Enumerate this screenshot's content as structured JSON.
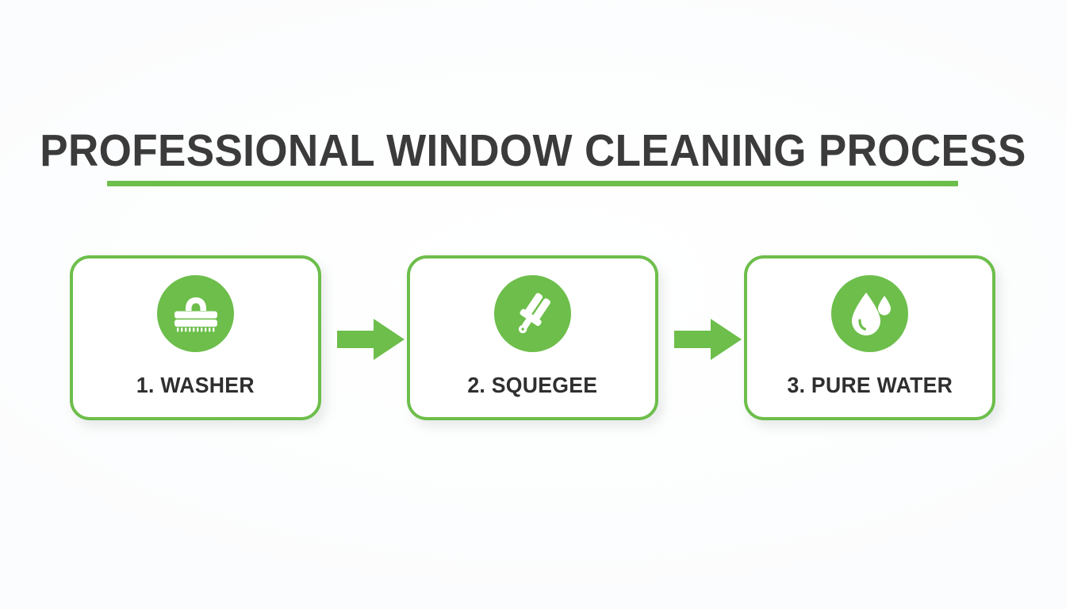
{
  "header": {
    "title": "PROFESSIONAL WINDOW CLEANING PROCESS"
  },
  "theme": {
    "accent_green": "#6DBE4B",
    "title_color": "#3B3B3B",
    "label_color": "#2F2F2F",
    "card_background": "#FFFFFF",
    "page_background": "#FDFEFE"
  },
  "process": {
    "steps": [
      {
        "number": "1.",
        "label": "1. WASHER",
        "icon": "scrub-brush-icon"
      },
      {
        "number": "2.",
        "label": "2. SQUEGEE",
        "icon": "squeegee-icon"
      },
      {
        "number": "3.",
        "label": "3. PURE WATER",
        "icon": "water-droplet-icon"
      }
    ],
    "connectors": [
      {
        "icon": "arrow-right-icon"
      },
      {
        "icon": "arrow-right-icon"
      }
    ]
  }
}
